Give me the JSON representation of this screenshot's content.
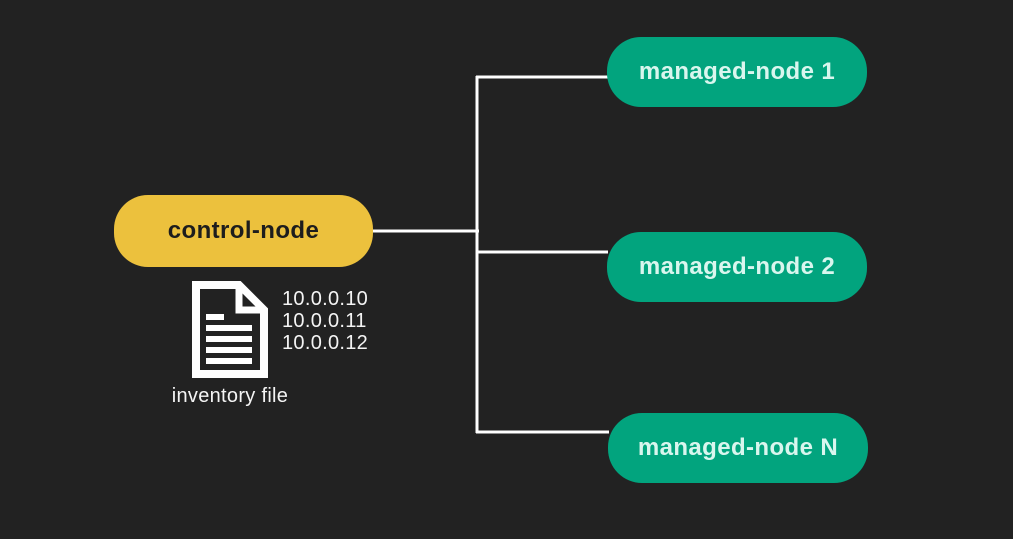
{
  "diagram": {
    "background_color": "#222222",
    "connector_color": "#ffffff",
    "control_node": {
      "label": "control-node",
      "color": "#ecc13d",
      "text_color": "#1d1d1d"
    },
    "managed_nodes": [
      {
        "label": "managed-node 1",
        "color": "#02a47e",
        "text_color": "#d9f6ee"
      },
      {
        "label": "managed-node 2",
        "color": "#02a47e",
        "text_color": "#d9f6ee"
      },
      {
        "label": "managed-node N",
        "color": "#02a47e",
        "text_color": "#d9f6ee"
      }
    ],
    "edges": [
      {
        "from": "control-node",
        "to": "managed-node 1"
      },
      {
        "from": "control-node",
        "to": "managed-node 2"
      },
      {
        "from": "control-node",
        "to": "managed-node N"
      }
    ],
    "inventory": {
      "icon": "document-icon",
      "icon_color": "#ffffff",
      "caption": "inventory file",
      "ips": [
        "10.0.0.10",
        "10.0.0.11",
        "10.0.0.12"
      ]
    }
  }
}
